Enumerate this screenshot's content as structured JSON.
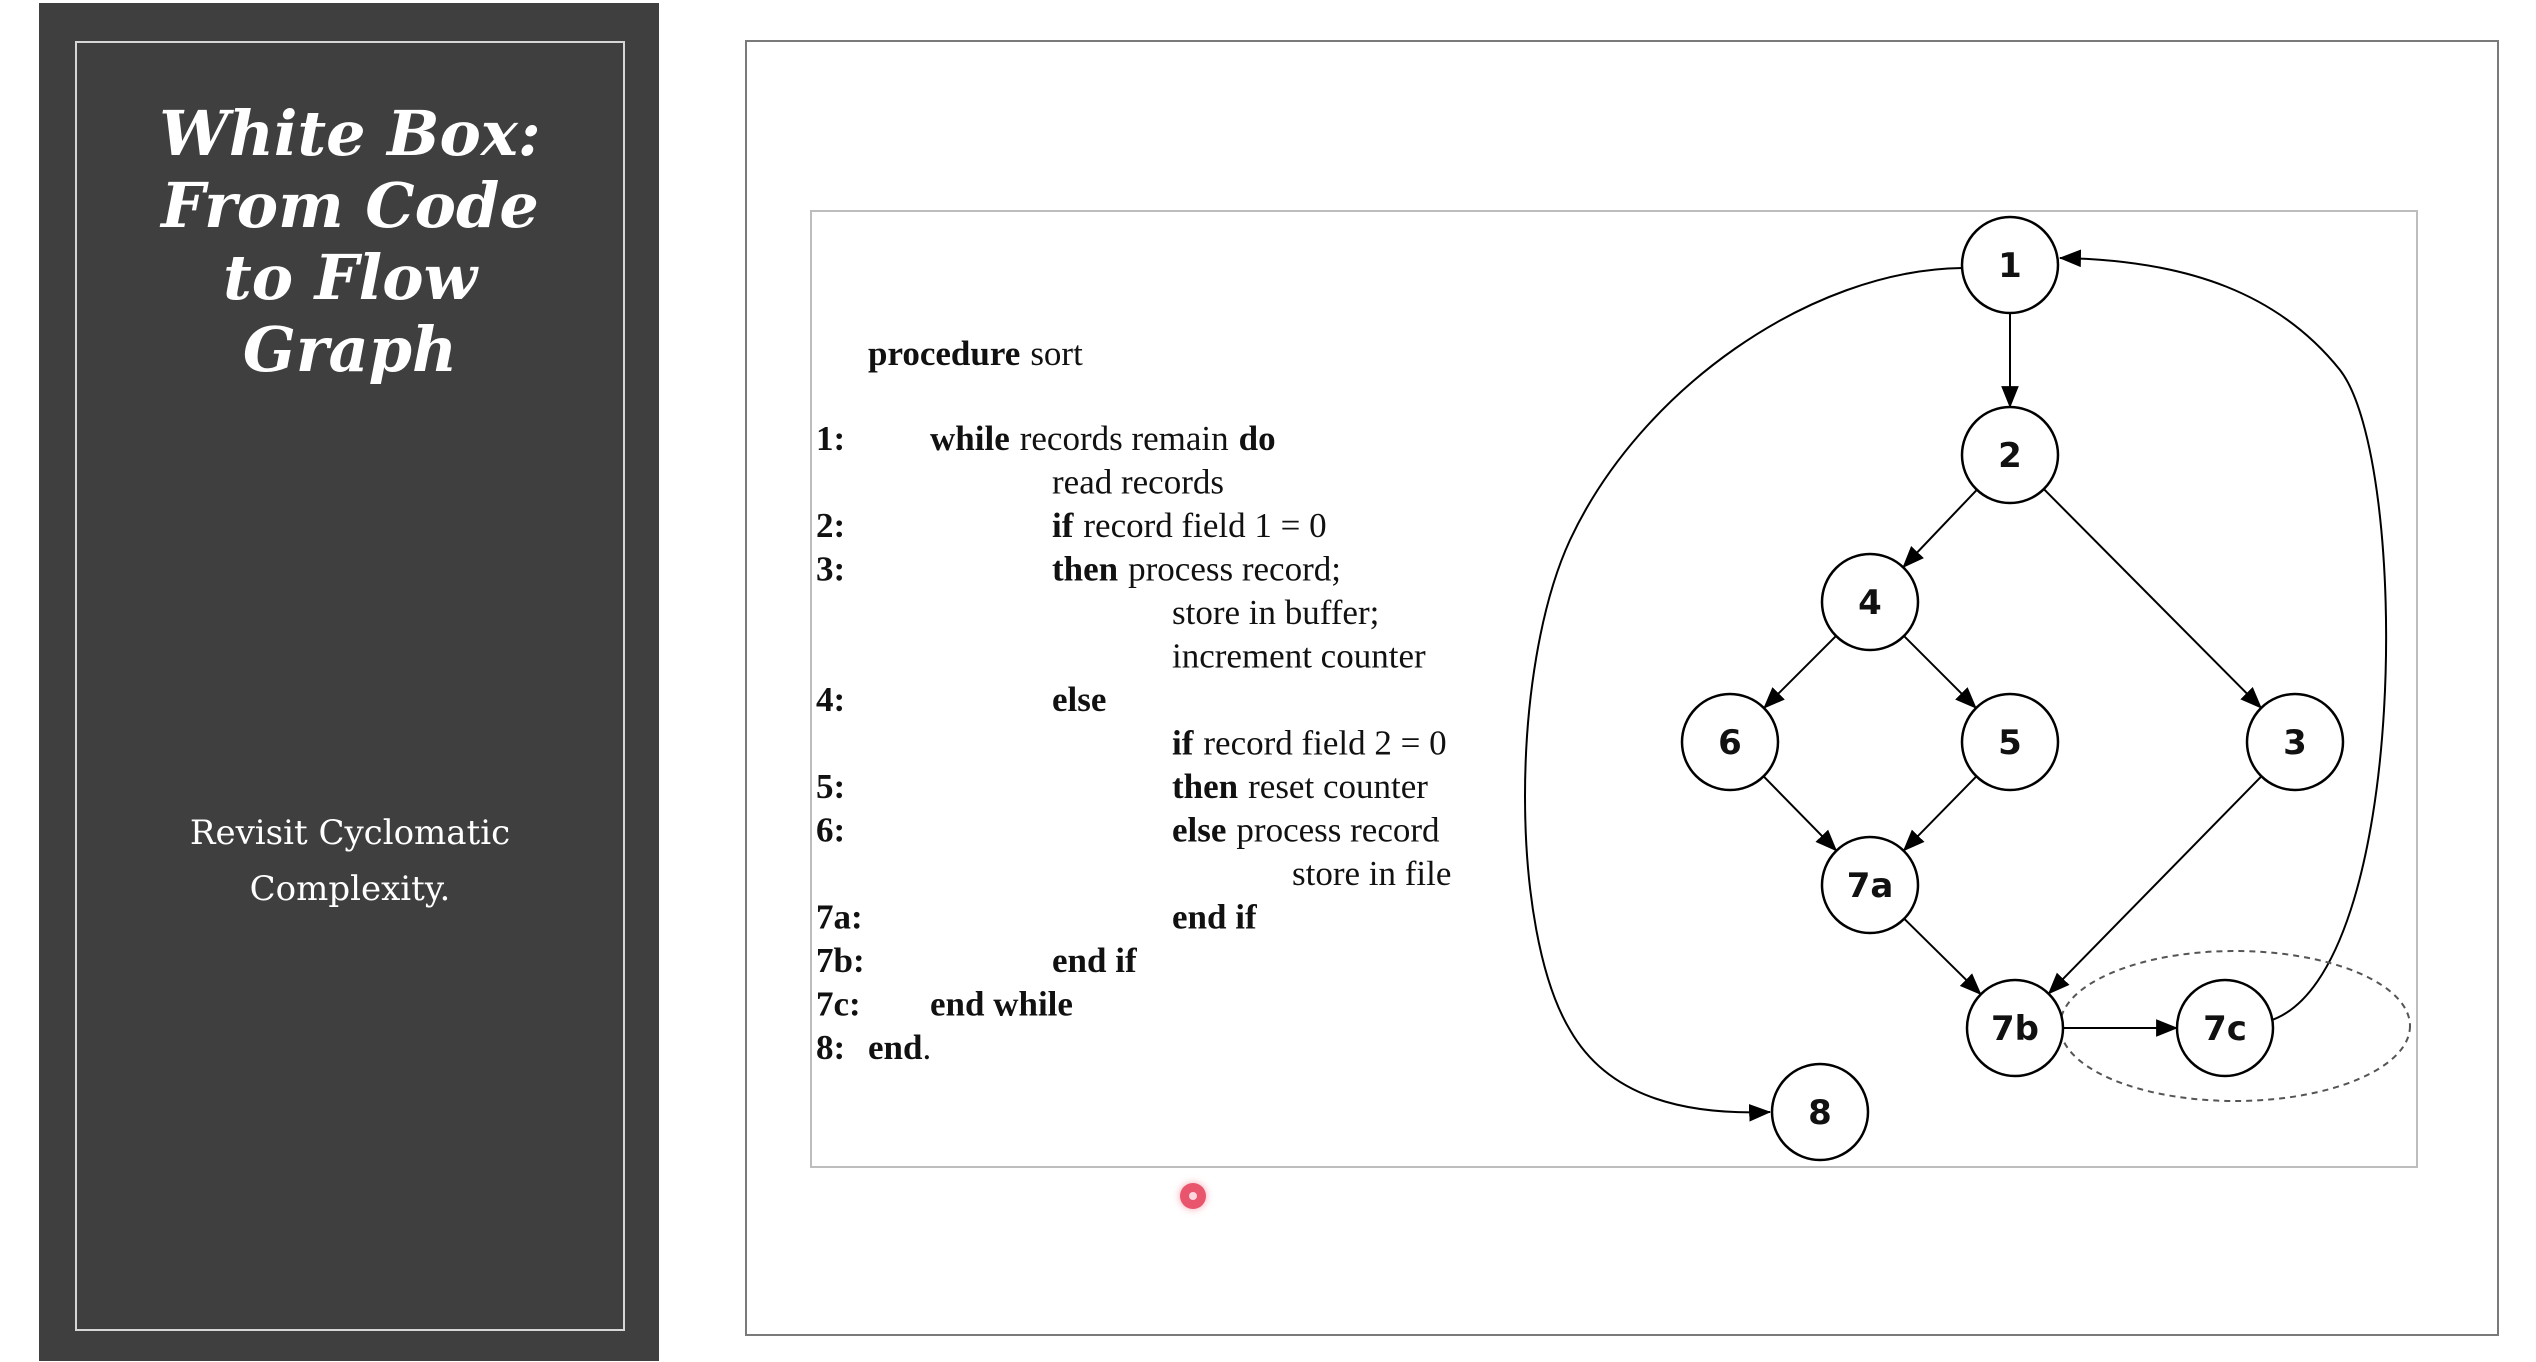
{
  "sidebar": {
    "title": "White Box:\nFrom Code\nto Flow\nGraph",
    "subtitle": "Revisit Cyclomatic Complexity."
  },
  "code": {
    "header_keyword": "procedure",
    "header_name": "sort",
    "lines": [
      {
        "num": "1:",
        "keyword": "while",
        "text": "records remain",
        "keyword2": "do"
      },
      {
        "num": "",
        "text": "read records"
      },
      {
        "num": "2:",
        "keyword": "if",
        "text": "record field 1 = 0"
      },
      {
        "num": "3:",
        "keyword": "then",
        "text": "process record;"
      },
      {
        "num": "",
        "text": "store in buffer;"
      },
      {
        "num": "",
        "text": "increment counter"
      },
      {
        "num": "4:",
        "keyword": "else",
        "text": ""
      },
      {
        "num": "",
        "keyword": "if",
        "text": "record field 2 = 0"
      },
      {
        "num": "5:",
        "keyword": "then",
        "text": "reset counter"
      },
      {
        "num": "6:",
        "keyword": "else",
        "text": "process record"
      },
      {
        "num": "",
        "text": "store in file"
      },
      {
        "num": "7a:",
        "keyword": "end if",
        "text": ""
      },
      {
        "num": "7b:",
        "keyword": "end if",
        "text": ""
      },
      {
        "num": "7c:",
        "keyword": "end while",
        "text": ""
      },
      {
        "num": "8:",
        "keyword": "end",
        "text": "."
      }
    ]
  },
  "graph": {
    "nodes": [
      "1",
      "2",
      "3",
      "4",
      "5",
      "6",
      "7a",
      "7b",
      "7c",
      "8"
    ],
    "edges": [
      [
        "1",
        "2"
      ],
      [
        "2",
        "4"
      ],
      [
        "2",
        "3"
      ],
      [
        "4",
        "6"
      ],
      [
        "4",
        "5"
      ],
      [
        "6",
        "7a"
      ],
      [
        "5",
        "7a"
      ],
      [
        "7a",
        "7b"
      ],
      [
        "3",
        "7b"
      ],
      [
        "7b",
        "7c"
      ],
      [
        "7c",
        "1"
      ],
      [
        "1",
        "8"
      ]
    ]
  }
}
